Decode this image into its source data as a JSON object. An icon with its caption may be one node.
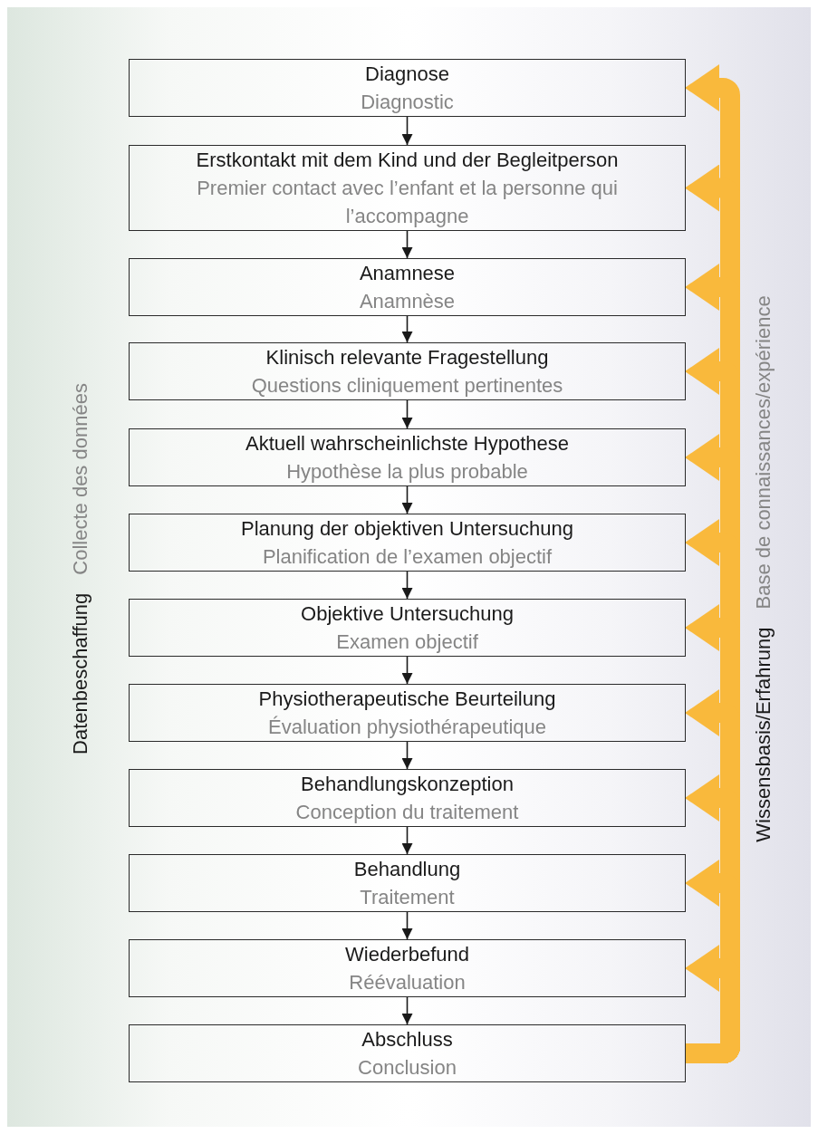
{
  "diagram": {
    "nodes": [
      {
        "text": [
          "Diagnose",
          "Diagnostic"
        ]
      },
      {
        "text": [
          "Erstkontakt mit dem Kind und der Begleitperson",
          "Premier contact avec l’enfant et la personne qui l’accompagne"
        ]
      },
      {
        "text": [
          "Anamnese",
          "Anamnèse"
        ]
      },
      {
        "text": [
          "Klinisch relevante Fragestellung",
          "Questions cliniquement pertinentes"
        ]
      },
      {
        "text": [
          "Aktuell wahrscheinlichste Hypothese",
          "Hypothèse la plus probable"
        ]
      },
      {
        "text": [
          "Planung der objektiven Untersuchung",
          "Planification de l’examen objectif"
        ]
      },
      {
        "text": [
          "Objektive Untersuchung",
          "Examen objectif"
        ]
      },
      {
        "text": [
          "Physiotherapeutische Beurteilung",
          "Évaluation physiothérapeutique"
        ]
      },
      {
        "text": [
          "Behandlungskonzeption",
          "Conception du traitement"
        ]
      },
      {
        "text": [
          "Behandlung",
          "Traitement"
        ]
      },
      {
        "text": [
          "Wiederbefund",
          "Réévaluation"
        ]
      },
      {
        "text": [
          "Abschluss",
          "Conclusion"
        ]
      }
    ],
    "edges": [
      {
        "from": 0,
        "to": 1,
        "arrow": "to"
      },
      {
        "from": 1,
        "to": 2,
        "arrow": "to"
      },
      {
        "from": 2,
        "to": 3,
        "arrow": "to"
      },
      {
        "from": 3,
        "to": 4,
        "arrow": "to"
      },
      {
        "from": 4,
        "to": 5,
        "arrow": "to"
      },
      {
        "from": 5,
        "to": 6,
        "arrow": "to"
      },
      {
        "from": 6,
        "to": 7,
        "arrow": "to"
      },
      {
        "from": 7,
        "to": 8,
        "arrow": "to"
      },
      {
        "from": 8,
        "to": 9,
        "arrow": "to"
      },
      {
        "from": 9,
        "to": 10,
        "arrow": "to"
      },
      {
        "from": 10,
        "to": 11,
        "arrow": "to"
      },
      {
        "from": 11,
        "to": 0,
        "arrow": "to",
        "style": "thick",
        "color": "#f9b93c"
      },
      {
        "from": 11,
        "to": 1,
        "arrow": "to",
        "style": "thick",
        "color": "#f9b93c"
      },
      {
        "from": 11,
        "to": 2,
        "arrow": "to",
        "style": "thick",
        "color": "#f9b93c"
      },
      {
        "from": 11,
        "to": 3,
        "arrow": "to",
        "style": "thick",
        "color": "#f9b93c"
      },
      {
        "from": 11,
        "to": 4,
        "arrow": "to",
        "style": "thick",
        "color": "#f9b93c"
      },
      {
        "from": 11,
        "to": 5,
        "arrow": "to",
        "style": "thick",
        "color": "#f9b93c"
      },
      {
        "from": 11,
        "to": 6,
        "arrow": "to",
        "style": "thick",
        "color": "#f9b93c"
      },
      {
        "from": 11,
        "to": 7,
        "arrow": "to",
        "style": "thick",
        "color": "#f9b93c"
      },
      {
        "from": 11,
        "to": 8,
        "arrow": "to",
        "style": "thick",
        "color": "#f9b93c"
      },
      {
        "from": 11,
        "to": 9,
        "arrow": "to",
        "style": "thick",
        "color": "#f9b93c"
      },
      {
        "from": 11,
        "to": 10,
        "arrow": "to",
        "style": "thick",
        "color": "#f9b93c"
      }
    ],
    "labels": [
      "Datenbeschaffung",
      "Collecte des données",
      "Wissensbasis/Erfahrung",
      "Base de connaissances/expérience"
    ]
  }
}
